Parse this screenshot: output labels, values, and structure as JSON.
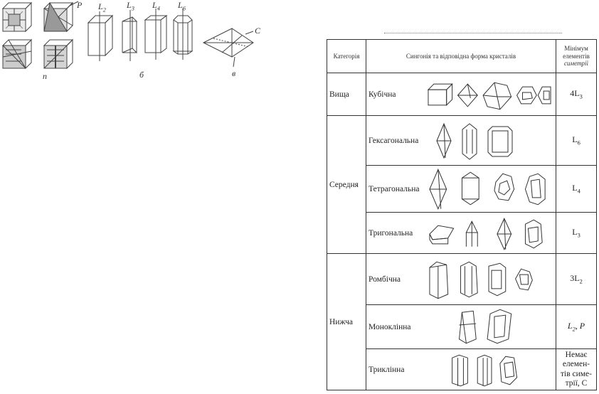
{
  "figures": {
    "labels": {
      "p_cube": "P",
      "n": "п",
      "l2": "L",
      "l3": "L",
      "l4": "L",
      "l6": "L",
      "l2_sub": "2",
      "l3_sub": "3",
      "l4_sub": "4",
      "l6_sub": "6",
      "b": "б",
      "c": "C",
      "v": "в"
    }
  },
  "table": {
    "headers": {
      "category": "Категорія",
      "syngony": "Сингонія та відповідна форма кристалів",
      "min_line1": "Мінімум",
      "min_line2": "елементів",
      "min_line3": "симетрії"
    },
    "rows": [
      {
        "category": "Вища",
        "syngony": "Кубічна",
        "min": "4L",
        "min_sub": "3"
      },
      {
        "category": "Середня",
        "syngony": "Гексагональна",
        "min": "L",
        "min_sub": "6"
      },
      {
        "syngony": "Тетрагональна",
        "min": "L",
        "min_sub": "4"
      },
      {
        "syngony": "Тригональна",
        "min": "L",
        "min_sub": "3"
      },
      {
        "category": "Нижча",
        "syngony": "Ромбічна",
        "min": "3L",
        "min_sub": "2"
      },
      {
        "syngony": "Моноклінна",
        "min": "L",
        "min_sub": "2",
        "min_tail": ", P"
      },
      {
        "syngony": "Триклінна",
        "min_l1": "Немає",
        "min_l2": "елемен-",
        "min_l3": "тів симе-",
        "min_l4": "трії, C"
      }
    ]
  }
}
